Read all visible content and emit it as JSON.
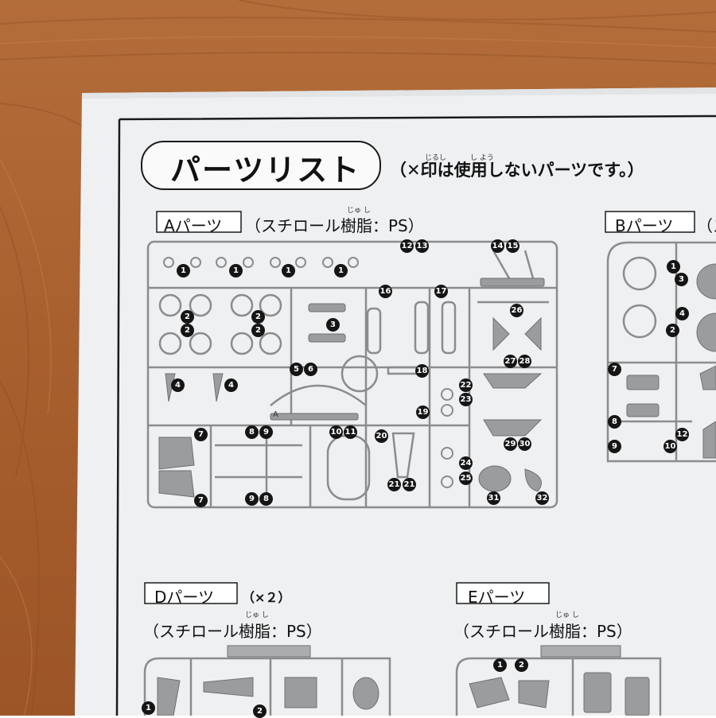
{
  "title": "パーツリスト",
  "title_note": "（✕印は使用しないパーツです。）",
  "title_ruby": {
    "shirushi": "じるし",
    "shiyou": "し よう"
  },
  "sections": {
    "a": {
      "label": "Aパーツ",
      "material": "（スチロール樹脂：PS）",
      "ruby": "じゅ し"
    },
    "b": {
      "label": "Bパーツ",
      "material": "（ス"
    },
    "d": {
      "label": "Dパーツ",
      "count": "（×２）",
      "material": "（スチロール樹脂：PS）",
      "ruby": "じゅ し"
    },
    "e": {
      "label": "Eパーツ",
      "material": "（スチロール樹脂：PS）",
      "ruby": "じゅ し"
    }
  },
  "badges_a": [
    "1",
    "1",
    "1",
    "1",
    "12",
    "13",
    "14",
    "15",
    "16",
    "17",
    "2",
    "2",
    "2",
    "2",
    "3",
    "26",
    "4",
    "4",
    "5",
    "6",
    "18",
    "22",
    "23",
    "27",
    "28",
    "19",
    "7",
    "8",
    "9",
    "10",
    "11",
    "20",
    "29",
    "30",
    "24",
    "25",
    "7",
    "9",
    "8",
    "21",
    "21",
    "31",
    "32"
  ],
  "badges_b": [
    "1",
    "3",
    "4",
    "2",
    "7",
    "8",
    "9",
    "10",
    "12"
  ],
  "badges_d": [
    "1",
    "2"
  ],
  "badges_e": [
    "1",
    "2"
  ],
  "sprue_letters": {
    "a": "A"
  },
  "colors": {
    "paper": "#eef0f2",
    "ink": "#151515",
    "wood": "#b06a35"
  }
}
